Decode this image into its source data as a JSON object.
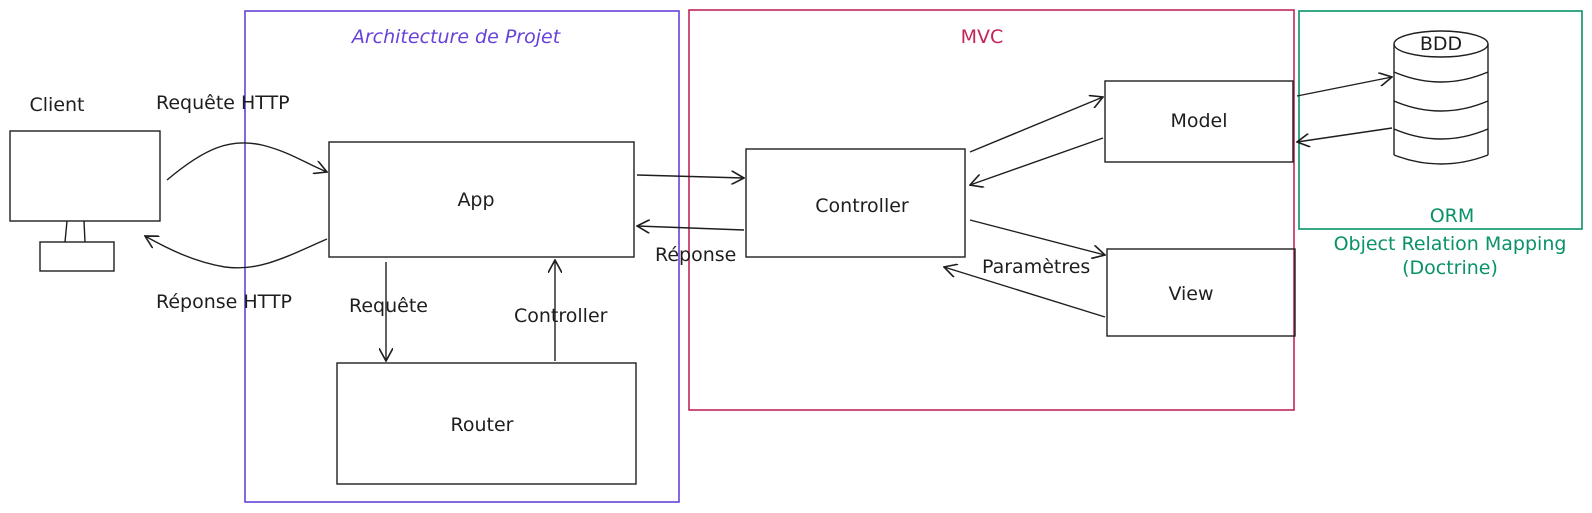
{
  "colors": {
    "ink": "#1e1e1e",
    "architecture": "#6741d9",
    "mvc": "#c2255c",
    "orm": "#099268"
  },
  "frames": {
    "architecture_title": "Architecture de Projet",
    "mvc_title": "MVC",
    "orm_title": "ORM",
    "orm_subtitle_1": "Object Relation Mapping",
    "orm_subtitle_2": "(Doctrine)"
  },
  "nodes": {
    "client": "Client",
    "app": "App",
    "router": "Router",
    "controller": "Controller",
    "model": "Model",
    "view": "View",
    "database": "BDD"
  },
  "edges": {
    "http_request": "Requête HTTP",
    "http_response": "Réponse HTTP",
    "request": "Requête",
    "controller": "Controller",
    "response": "Réponse",
    "parameters": "Paramètres"
  }
}
